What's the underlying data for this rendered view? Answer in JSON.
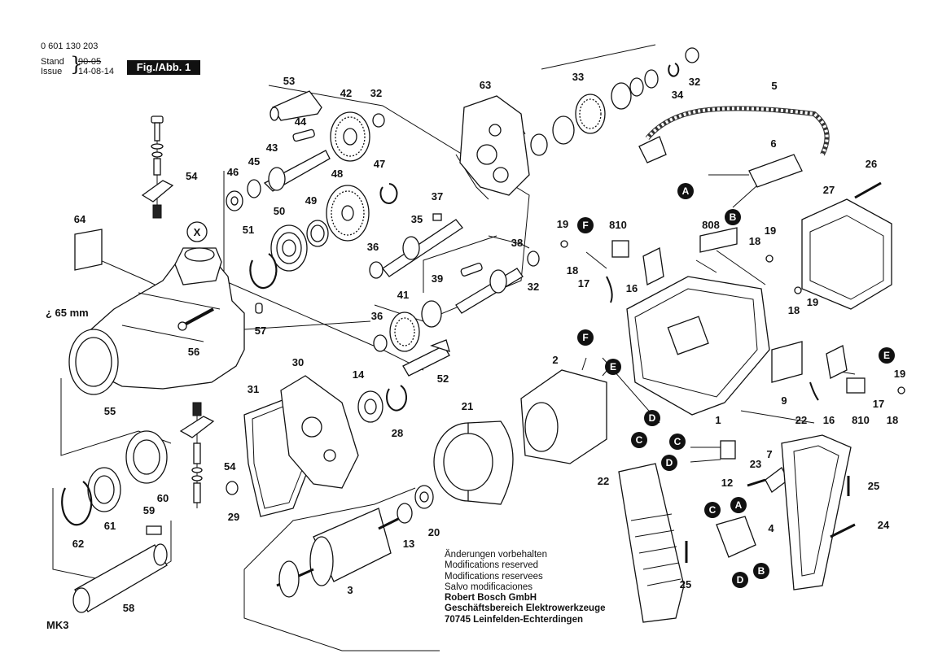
{
  "header": {
    "part_number": "0 601 130 203",
    "stand_label": "Stand",
    "stand_value": "90-05",
    "issue_label": "Issue",
    "issue_value": "14-08-14",
    "figure_tag": "Fig./Abb. 1"
  },
  "labels": {
    "l1": "1",
    "l2": "2",
    "l3": "3",
    "l4": "4",
    "l5": "5",
    "l6": "6",
    "l7": "7",
    "l9": "9",
    "l12": "12",
    "l13": "13",
    "l14": "14",
    "l16a": "16",
    "l16b": "16",
    "l17a": "17",
    "l17b": "17",
    "l18a": "18",
    "l18b": "18",
    "l18c": "18",
    "l18d": "18",
    "l19a": "19",
    "l19b": "19",
    "l19c": "19",
    "l19d": "19",
    "l20": "20",
    "l21": "21",
    "l22a": "22",
    "l22b": "22",
    "l23": "23",
    "l24": "24",
    "l25a": "25",
    "l25b": "25",
    "l26": "26",
    "l27": "27",
    "l28": "28",
    "l29": "29",
    "l30": "30",
    "l31": "31",
    "l32a": "32",
    "l32b": "32",
    "l32c": "32",
    "l33": "33",
    "l34": "34",
    "l35": "35",
    "l36a": "36",
    "l36b": "36",
    "l37": "37",
    "l38": "38",
    "l39": "39",
    "l41": "41",
    "l42": "42",
    "l43": "43",
    "l44": "44",
    "l45": "45",
    "l46": "46",
    "l47": "47",
    "l48": "48",
    "l49": "49",
    "l50": "50",
    "l51": "51",
    "l52": "52",
    "l53": "53",
    "l54a": "54",
    "l54b": "54",
    "l55": "55",
    "l56": "56",
    "l57": "57",
    "l58": "58",
    "l59": "59",
    "l60": "60",
    "l61": "61",
    "l62": "62",
    "l63": "63",
    "l64": "64",
    "l808": "808",
    "l810a": "810",
    "l810b": "810",
    "mk3": "MK3",
    "dia": "¿ 65 mm",
    "x": "X"
  },
  "connectors": {
    "A": "A",
    "B": "B",
    "C": "C",
    "D": "D",
    "E": "E",
    "F": "F"
  },
  "notes": {
    "line1": "Änderungen vorbehalten",
    "line2": "Modifications reserved",
    "line3": "Modifications reservees",
    "line4": "Salvo modificaciones",
    "company1": "Robert Bosch GmbH",
    "company2": "Geschäftsbereich Elektrowerkzeuge",
    "company3": "70745 Leinfelden-Echterdingen"
  }
}
